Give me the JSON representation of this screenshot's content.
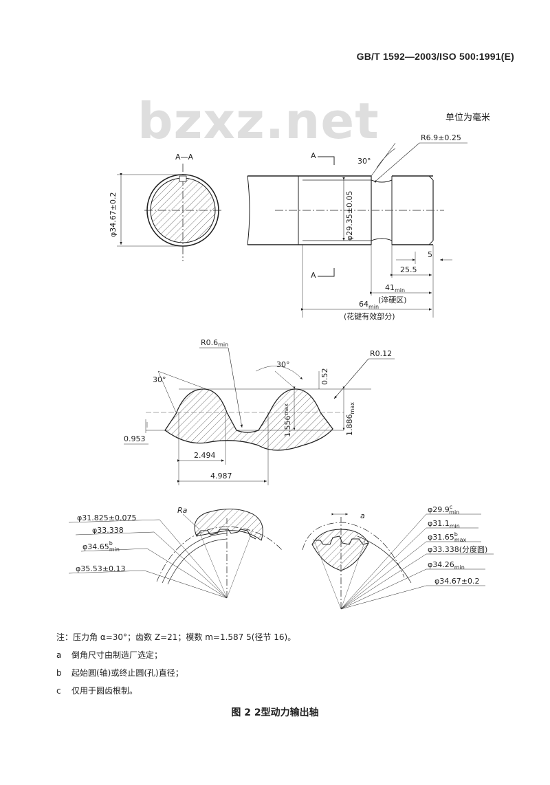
{
  "header": {
    "standard_code": "GB/T 1592—2003/ISO 500:1991(E)"
  },
  "watermark": "bzxz.net",
  "unit_note": "单位为毫米",
  "section_view": {
    "label": "A—A",
    "diameter": "φ34.67±0.2"
  },
  "shaft_view": {
    "section_mark_top": "A",
    "section_mark_bottom": "A",
    "radius": "R6.9±0.25",
    "angle": "30°",
    "diameter": "φ29.35±0.05",
    "dim_5": "5",
    "dim_25_5": "25.5",
    "dim_41_base": "41",
    "dim_41_sub": "min",
    "hardened_zone": "(淬硬区)",
    "dim_64_base": "64",
    "dim_64_sub": "min",
    "effective_part": "(花键有效部分)"
  },
  "tooth_profile": {
    "root_radius_base": "R0.6",
    "root_radius_sub": "min",
    "tip_radius": "R0.12",
    "angle_left": "30°",
    "angle_right": "30°",
    "dim_0_52": "0.52",
    "dim_0_953": "0.953",
    "dim_1_556_base": "1.556",
    "dim_1_556_sub": "max",
    "dim_1_886_base": "1.886",
    "dim_1_886_sub": "max",
    "dim_2_494": "2.494",
    "dim_4_987": "4.987"
  },
  "left_sector": {
    "r_mark": "Ra",
    "d1": "φ31.825±0.075",
    "d2": "φ33.338",
    "d3_base": "φ34.65",
    "d3_sup": "b",
    "d3_sub": "min",
    "d4": "φ35.53±0.13"
  },
  "right_sector": {
    "mark": "a",
    "d1_base": "φ29.9",
    "d1_sup": "c",
    "d1_sub": "min",
    "d2_base": "φ31.1",
    "d2_sub": "min",
    "d3_base": "φ31.65",
    "d3_sup": "b",
    "d3_sub": "max",
    "d4": "φ33.338(分度圆)",
    "d5_base": "φ34.26",
    "d5_sub": "min",
    "d6": "φ34.67±0.2"
  },
  "notes": {
    "main": "注：压力角 α=30°；齿数 Z=21；模数 m=1.587 5(径节 16)。",
    "items": [
      {
        "mark": "a",
        "text": "倒角尺寸由制造厂选定；"
      },
      {
        "mark": "b",
        "text": "起始圆(轴)或终止圆(孔)直径；"
      },
      {
        "mark": "c",
        "text": "仅用于圆齿根制。"
      }
    ]
  },
  "caption": "图 2  2型动力输出轴"
}
